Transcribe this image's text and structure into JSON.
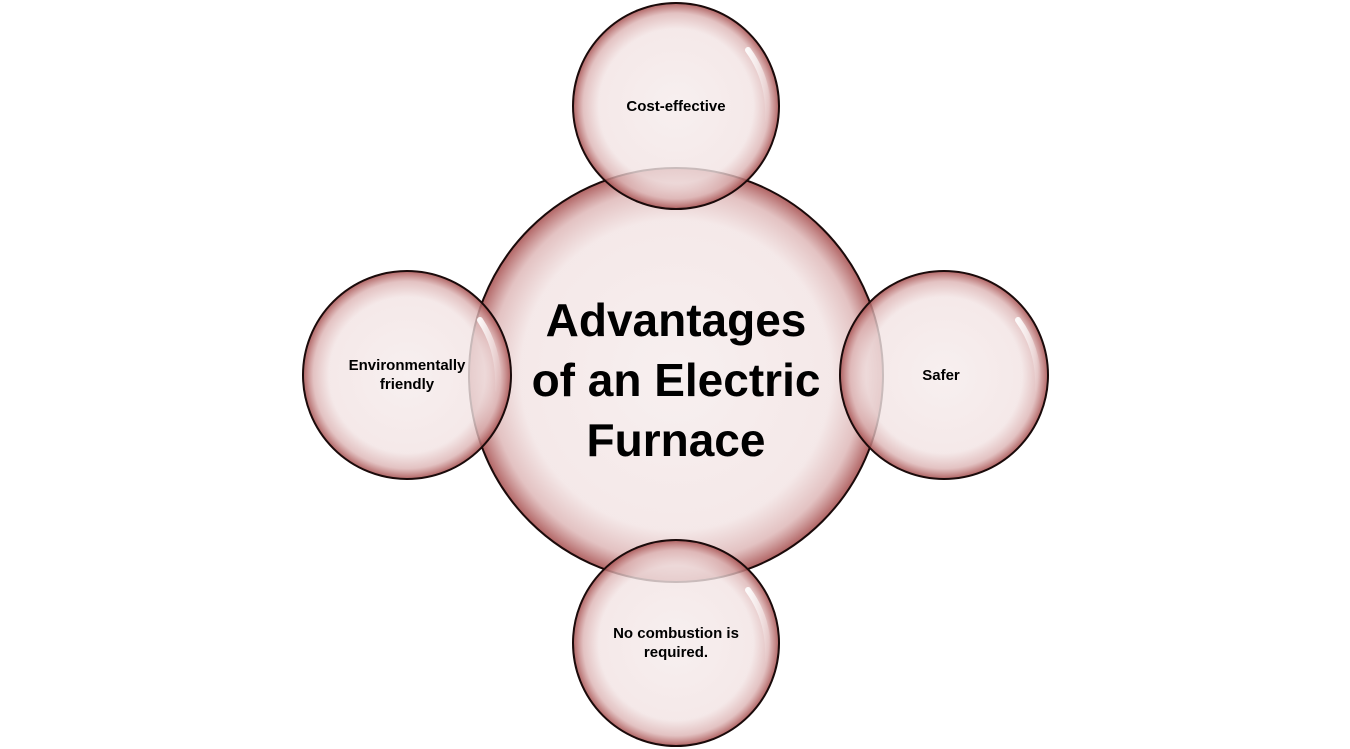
{
  "diagram": {
    "center": {
      "label": "Advantages of an Electric Furnace"
    },
    "satellites": [
      {
        "id": "top",
        "label": "Cost-effective"
      },
      {
        "id": "right",
        "label": "Safer"
      },
      {
        "id": "bottom",
        "label": "No combustion is required."
      },
      {
        "id": "left",
        "label": "Environmentally friendly"
      }
    ]
  },
  "colors": {
    "fill_center": "#f6eded",
    "fill_edge": "#a85252",
    "stroke": "#1a0a0a"
  }
}
